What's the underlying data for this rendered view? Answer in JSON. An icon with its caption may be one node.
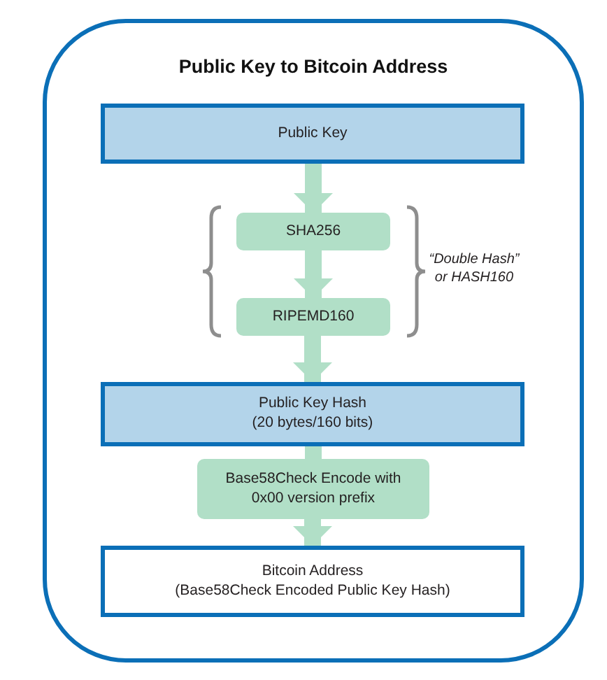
{
  "diagram": {
    "title": "Public Key to Bitcoin Address",
    "nodes": [
      {
        "text": [
          "Public Key"
        ]
      },
      {
        "text": [
          "SHA256"
        ]
      },
      {
        "text": [
          "RIPEMD160"
        ]
      },
      {
        "text": [
          "Public Key Hash",
          "(20 bytes/160 bits)"
        ]
      },
      {
        "text": [
          "Base58Check Encode with 0x00 version prefix"
        ]
      },
      {
        "text": [
          "Bitcoin Address",
          "(Base58Check Encoded Public Key Hash)"
        ]
      }
    ],
    "edges": [
      {
        "from": 0,
        "to": 1,
        "arrow": "to"
      },
      {
        "from": 1,
        "to": 2,
        "arrow": "to"
      },
      {
        "from": 2,
        "to": 3,
        "arrow": "to"
      },
      {
        "from": 3,
        "to": 4,
        "arrow": "none"
      },
      {
        "from": 4,
        "to": 5,
        "arrow": "to"
      }
    ],
    "labels": [
      "“Double Hash” or HASH160"
    ]
  }
}
